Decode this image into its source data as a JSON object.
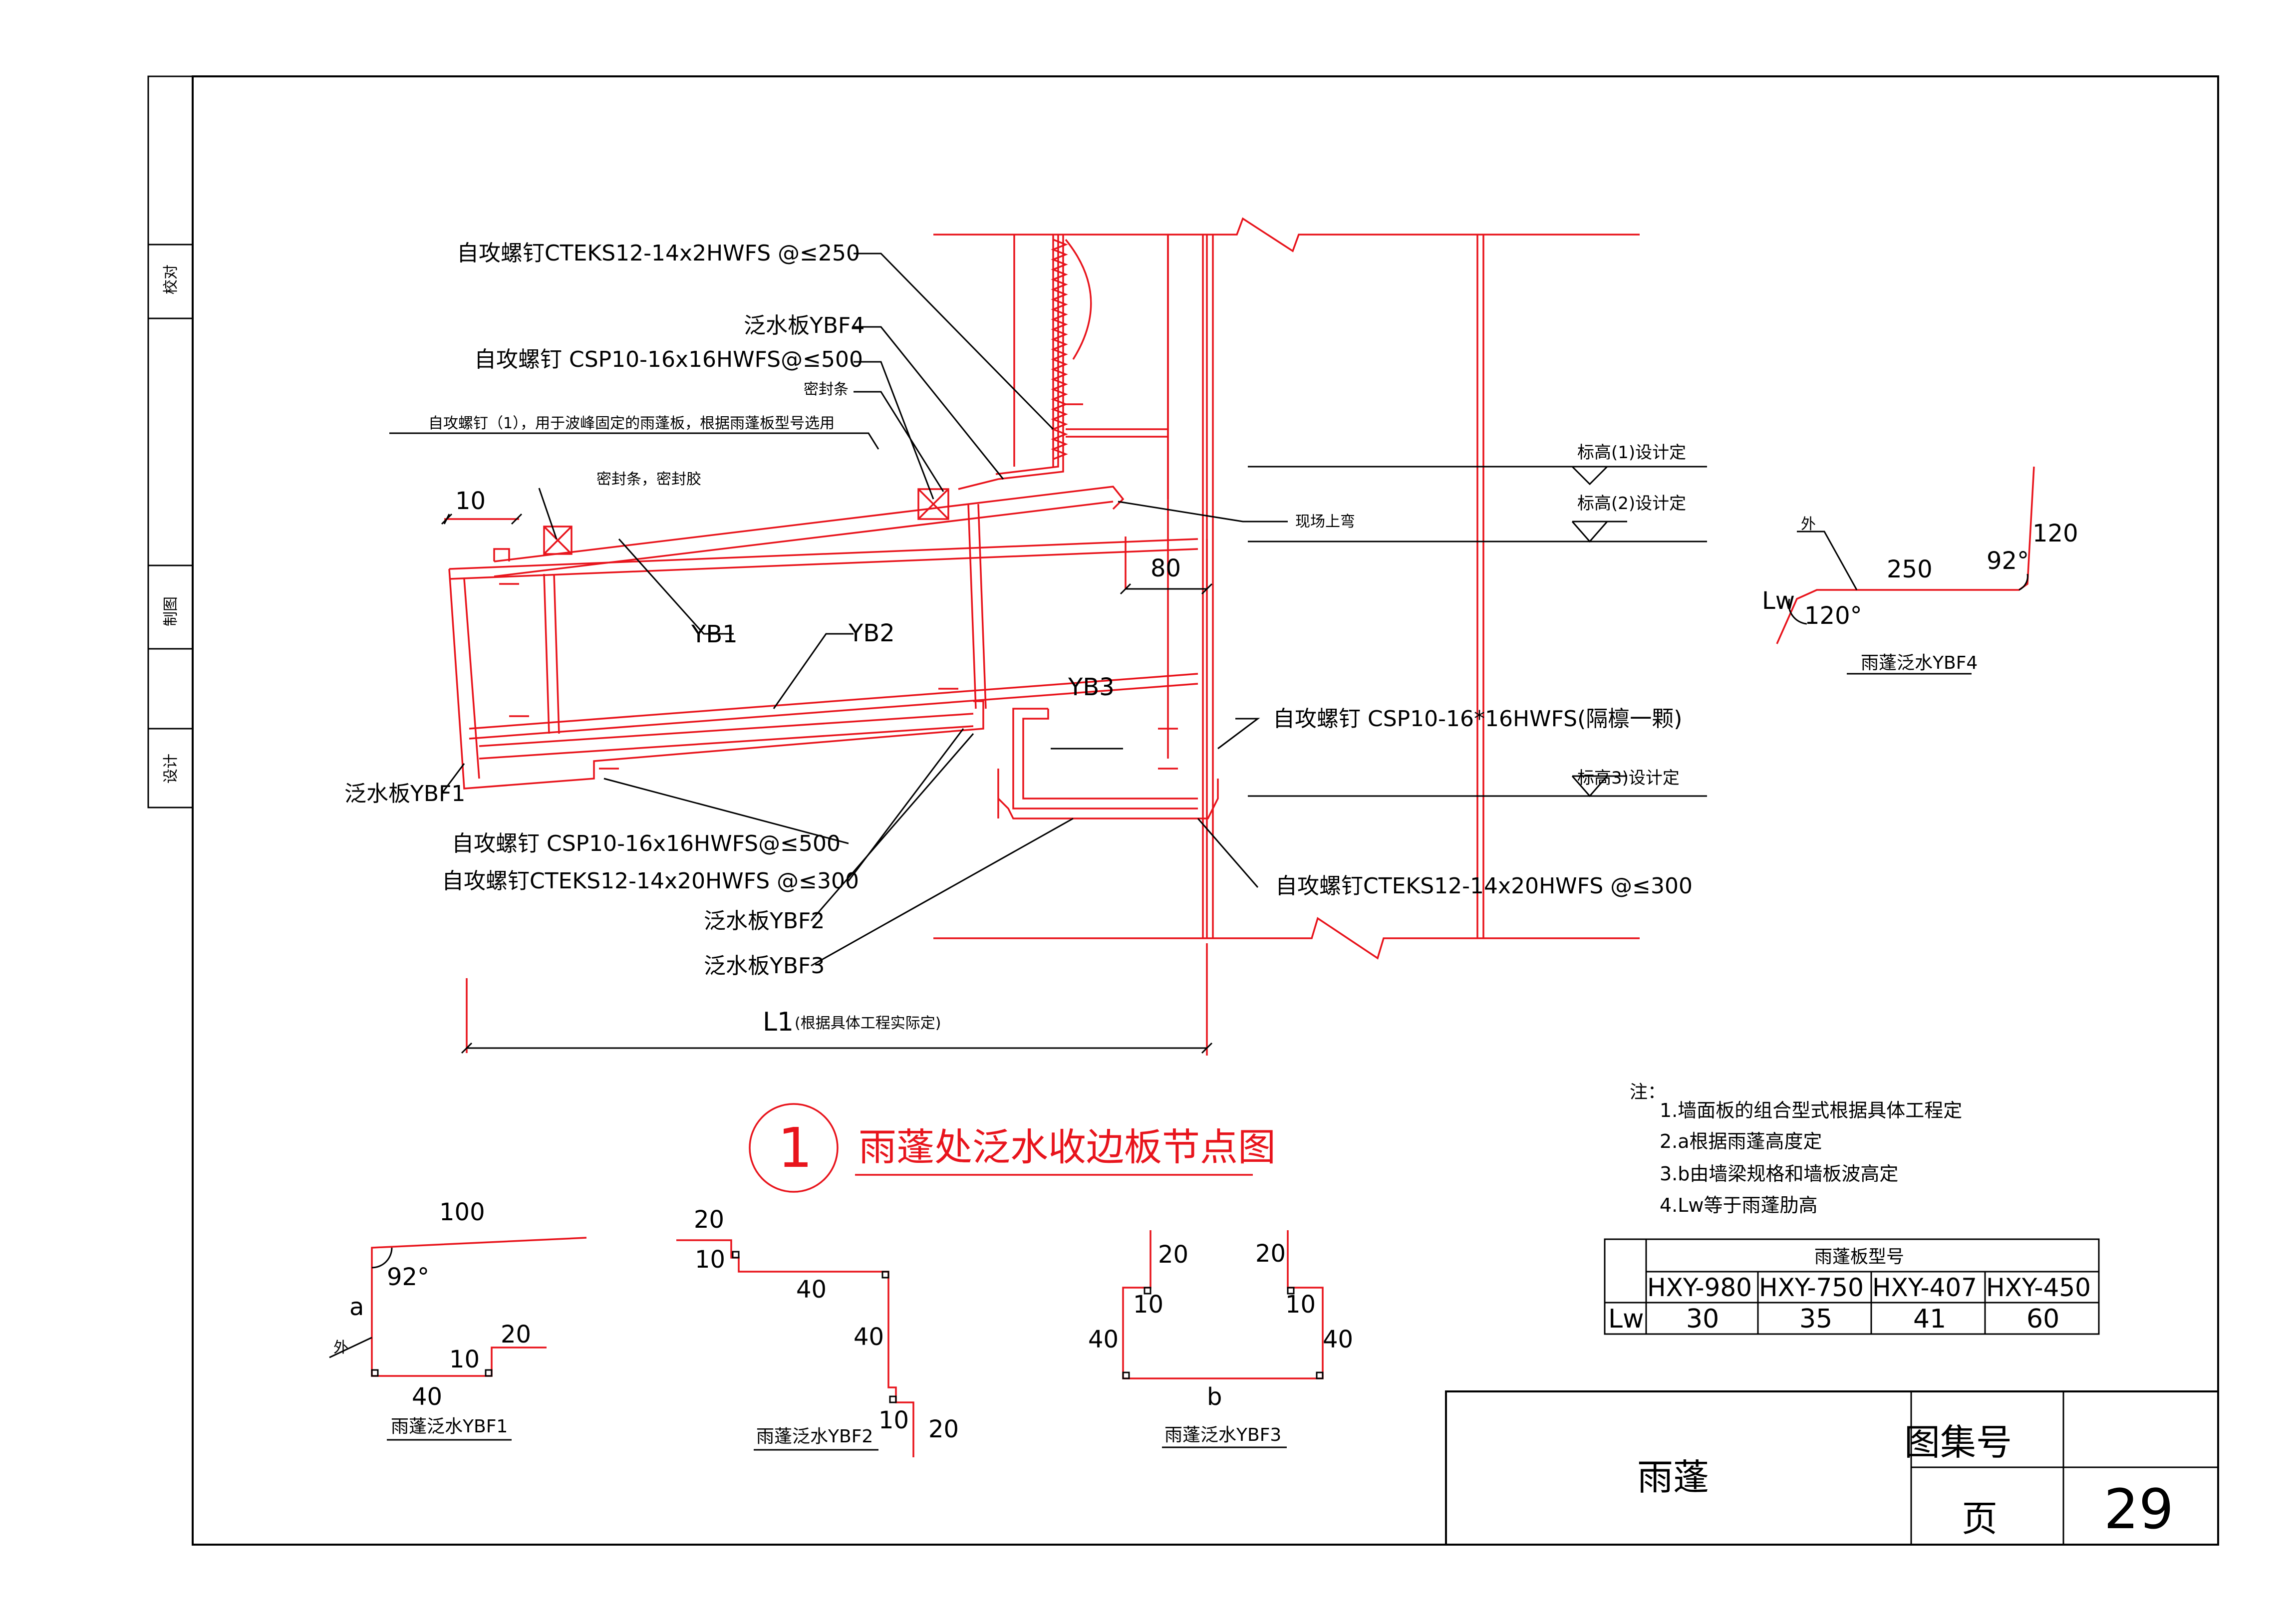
{
  "title_block": {
    "drawing_name": "雨蓬",
    "atlas_label": "图集号",
    "atlas_number": "",
    "page_label": "页",
    "page_number": "29"
  },
  "left_strip": {
    "check": "校对",
    "draft": "制图",
    "design": "设计"
  },
  "detail": {
    "number": "1",
    "title": "雨蓬处泛水收边板节点图"
  },
  "annotations": {
    "screw_cteks_250": "自攻螺钉CTEKS12-14x2HWFS  @≤250",
    "flash_ybf4": "泛水板YBF4",
    "screw_csp_500_top": "自攻螺钉  CSP10-16x16HWFS@≤500",
    "seal_strip": "密封条",
    "screw_note1": "自攻螺钉（1），用于波峰固定的雨蓬板，根据雨蓬板型号选用",
    "seal_glue": "密封条，密封胶",
    "site_bend": "现场上弯",
    "yb1": "YB1",
    "yb2": "YB2",
    "yb3": "YB3",
    "flash_ybf1": "泛水板YBF1",
    "screw_csp_purlin": "自攻螺钉  CSP10-16*16HWFS(隔檩一颗)",
    "screw_csp_500_bottom": "自攻螺钉  CSP10-16x16HWFS@≤500",
    "screw_cteks_300_left": "自攻螺钉CTEKS12-14x20HWFS  @≤300",
    "screw_cteks_300_right": "自攻螺钉CTEKS12-14x20HWFS  @≤300",
    "flash_ybf2": "泛水板YBF2",
    "flash_ybf3": "泛水板YBF3",
    "dim_l1": "L1",
    "dim_l1_note": "(根据具体工程实际定)",
    "dim_10": "10",
    "dim_80": "80",
    "elev1": "标高(1)设计定",
    "elev2": "标高(2)设计定",
    "elev3": "标高3)设计定"
  },
  "ybf4_profile": {
    "outside": "外",
    "lw": "Lw",
    "angle1": "120°",
    "len": "250",
    "angle2": "92°",
    "up": "120",
    "caption": "雨蓬泛水YBF4"
  },
  "ybf1_profile": {
    "top": "100",
    "angle": "92°",
    "a": "a",
    "outside": "外",
    "bottom": "40",
    "step": "10",
    "lip": "20",
    "caption": "雨蓬泛水YBF1"
  },
  "ybf2_profile": {
    "d20a": "20",
    "d10a": "10",
    "d40a": "40",
    "d40b": "40",
    "d10b": "10",
    "d20b": "20",
    "caption": "雨蓬泛水YBF2"
  },
  "ybf3_profile": {
    "l20": "20",
    "r20": "20",
    "l10": "10",
    "r10": "10",
    "l40": "40",
    "r40": "40",
    "b": "b",
    "caption": "雨蓬泛水YBF3"
  },
  "notes": {
    "label": "注：",
    "items": [
      "1.墙面板的组合型式根据具体工程定",
      "2.a根据雨蓬高度定",
      "3.b由墙梁规格和墙板波高定",
      "4.Lw等于雨蓬肋高"
    ]
  },
  "table": {
    "title": "雨蓬板型号",
    "row_label": "Lw",
    "headers": [
      "HXY-980",
      "HXY-750",
      "HXY-407",
      "HXY-450"
    ],
    "values": [
      "30",
      "35",
      "41",
      "60"
    ]
  }
}
